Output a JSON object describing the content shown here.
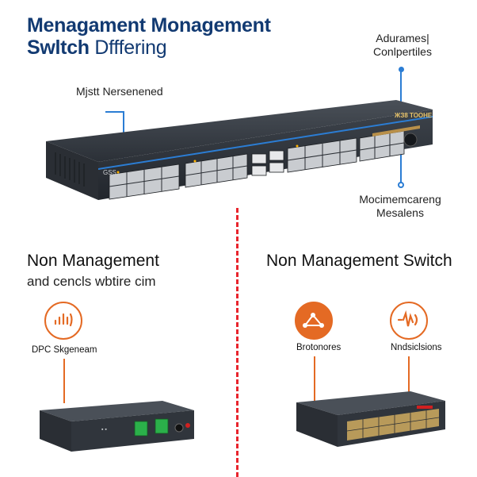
{
  "colors": {
    "navy": "#123a72",
    "accent_blue": "#2b7dd4",
    "orange": "#e46a24",
    "divider_red": "#e8242c",
    "device_dark": "#3a3f47"
  },
  "header": {
    "title_line1": "Menagament Monagement",
    "title_line2_bold": "Swltch",
    "title_line2_rest": " Dfffering"
  },
  "callouts": {
    "top_right": [
      "Adurames|",
      "Conlpertiles"
    ],
    "left": "Mjstt Nersenened",
    "bottom_right": [
      "Mocimemcareng",
      "Mesalens"
    ]
  },
  "main_switch": {
    "label_left": "GSS",
    "label_right": "ЖЗ8 ТООНЕ"
  },
  "left_panel": {
    "heading": "Non Management",
    "subtitle": "and cencls wbtire cim",
    "icon_caption": "DPC Skgeneam",
    "icon": "signal-bars-icon"
  },
  "right_panel": {
    "heading": "Non Management Switch",
    "icon1_caption": "Brotonores",
    "icon1": "network-diagram-icon",
    "icon2_caption": "Nndsiclsions",
    "icon2": "signal-wave-icon"
  }
}
